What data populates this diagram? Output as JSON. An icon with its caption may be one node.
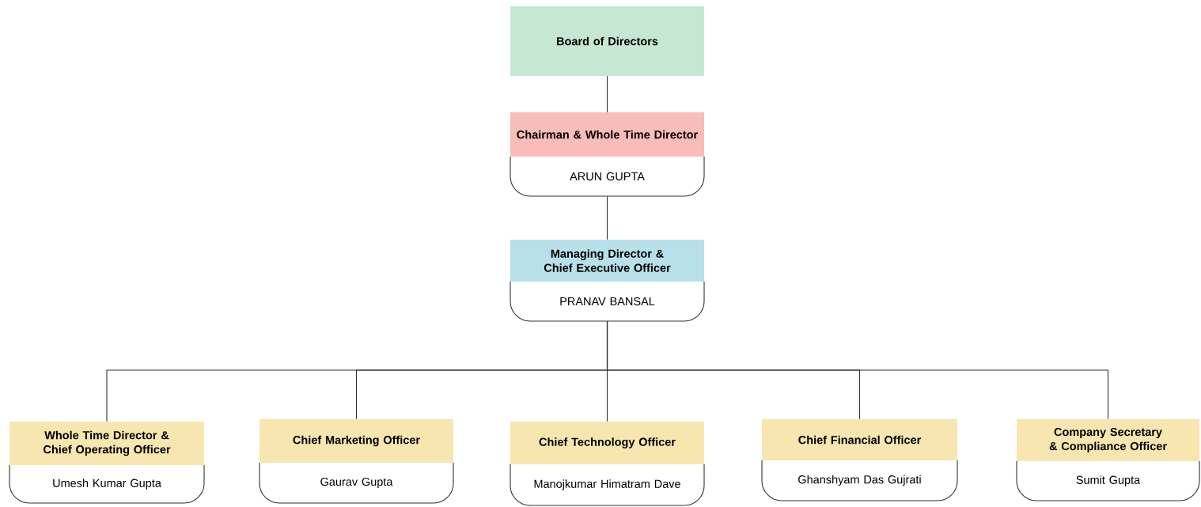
{
  "diagram": {
    "nodes": [
      {
        "text": [
          "Board of Directors"
        ]
      },
      {
        "text": [
          "Chairman & Whole Time Director",
          "ARUN GUPTA"
        ]
      },
      {
        "text": [
          "Managing Director & Chief Executive Officer",
          "PRANAV BANSAL"
        ]
      },
      {
        "text": [
          "Whole Time Director & Chief Operating Officer",
          "Umesh Kumar Gupta"
        ]
      },
      {
        "text": [
          "Chief Marketing Officer",
          "Gaurav Gupta"
        ]
      },
      {
        "text": [
          "Chief Technology Officer",
          "Manojkumar Himatram Dave"
        ]
      },
      {
        "text": [
          "Chief Financial Officer",
          "Ghanshyam Das Gujrati"
        ]
      },
      {
        "text": [
          "Company Secretary & Compliance Officer",
          "Sumit Gupta"
        ]
      }
    ],
    "edges": [
      {
        "from": 0,
        "to": 1,
        "arrow": "none"
      },
      {
        "from": 1,
        "to": 2,
        "arrow": "none"
      },
      {
        "from": 2,
        "to": 3,
        "arrow": "none"
      },
      {
        "from": 2,
        "to": 4,
        "arrow": "none"
      },
      {
        "from": 2,
        "to": 5,
        "arrow": "none"
      },
      {
        "from": 2,
        "to": 6,
        "arrow": "none"
      },
      {
        "from": 2,
        "to": 7,
        "arrow": "none"
      }
    ]
  }
}
